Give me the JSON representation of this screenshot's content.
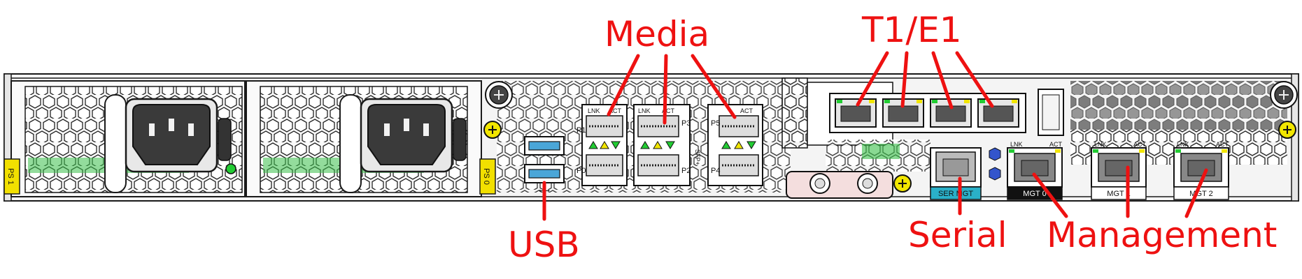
{
  "callouts": {
    "media": "Media",
    "t1e1": "T1/E1",
    "usb": "USB",
    "serial": "Serial",
    "management": "Management"
  },
  "panel": {
    "psu_labels": [
      "PS 1",
      "PS 0"
    ],
    "sfp_port_labels": [
      "P1",
      "P0",
      "P3",
      "P2",
      "P5",
      "P4"
    ],
    "sfp_header_labels": [
      "LNK",
      "ACT",
      "LNK",
      "ACT",
      "ACT"
    ],
    "sfp_group_label": "SFP+",
    "serial_port_label": "SER MGT",
    "mgmt_port_labels": [
      "MGT 0",
      "MGT 1",
      "MGT 2"
    ],
    "mgmt_led_labels": [
      "LNK",
      "ACT"
    ],
    "usb_symbol": "⭠⭢"
  },
  "colors": {
    "callout": "#ee1111",
    "line": "#1a1a1a",
    "led_green": "#22cc33",
    "led_yellow": "#f2e600",
    "psu_tag": "#f2e000",
    "serial_tag": "#2ab0c8",
    "mgt0_tag": "#111111"
  }
}
